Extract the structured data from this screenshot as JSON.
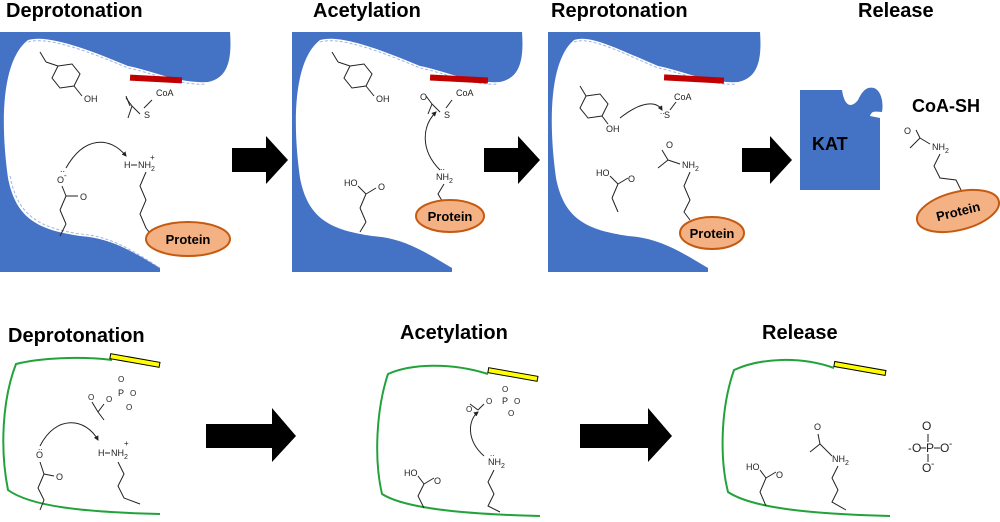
{
  "titles": {
    "top": [
      "Deprotonation",
      "Acetylation",
      "Reprotonation",
      "Release"
    ],
    "bottom": [
      "Deprotonation",
      "Acetylation",
      "Release"
    ]
  },
  "labels": {
    "protein": "Protein",
    "kat": "KAT",
    "coa_sh": "CoA-SH",
    "coa": "CoA",
    "oh": "OH",
    "o_minus": "O",
    "s": "S",
    "s_minus": "S",
    "ho": "HO",
    "o": "O",
    "nh2": "NH",
    "h": "H",
    "p": "P",
    "two": "2",
    "plus": "+",
    "minus": "-",
    "lone_pair": ".."
  },
  "colors": {
    "enzyme": "#4472c4",
    "enzyme_edge": "#9db4e0",
    "helix_red": "#c00000",
    "helix_yellow": "#ffff00",
    "pocket_green": "#22a33a",
    "protein_fill": "#f4b183",
    "protein_edge": "#c55a11",
    "arrow": "#000000"
  }
}
